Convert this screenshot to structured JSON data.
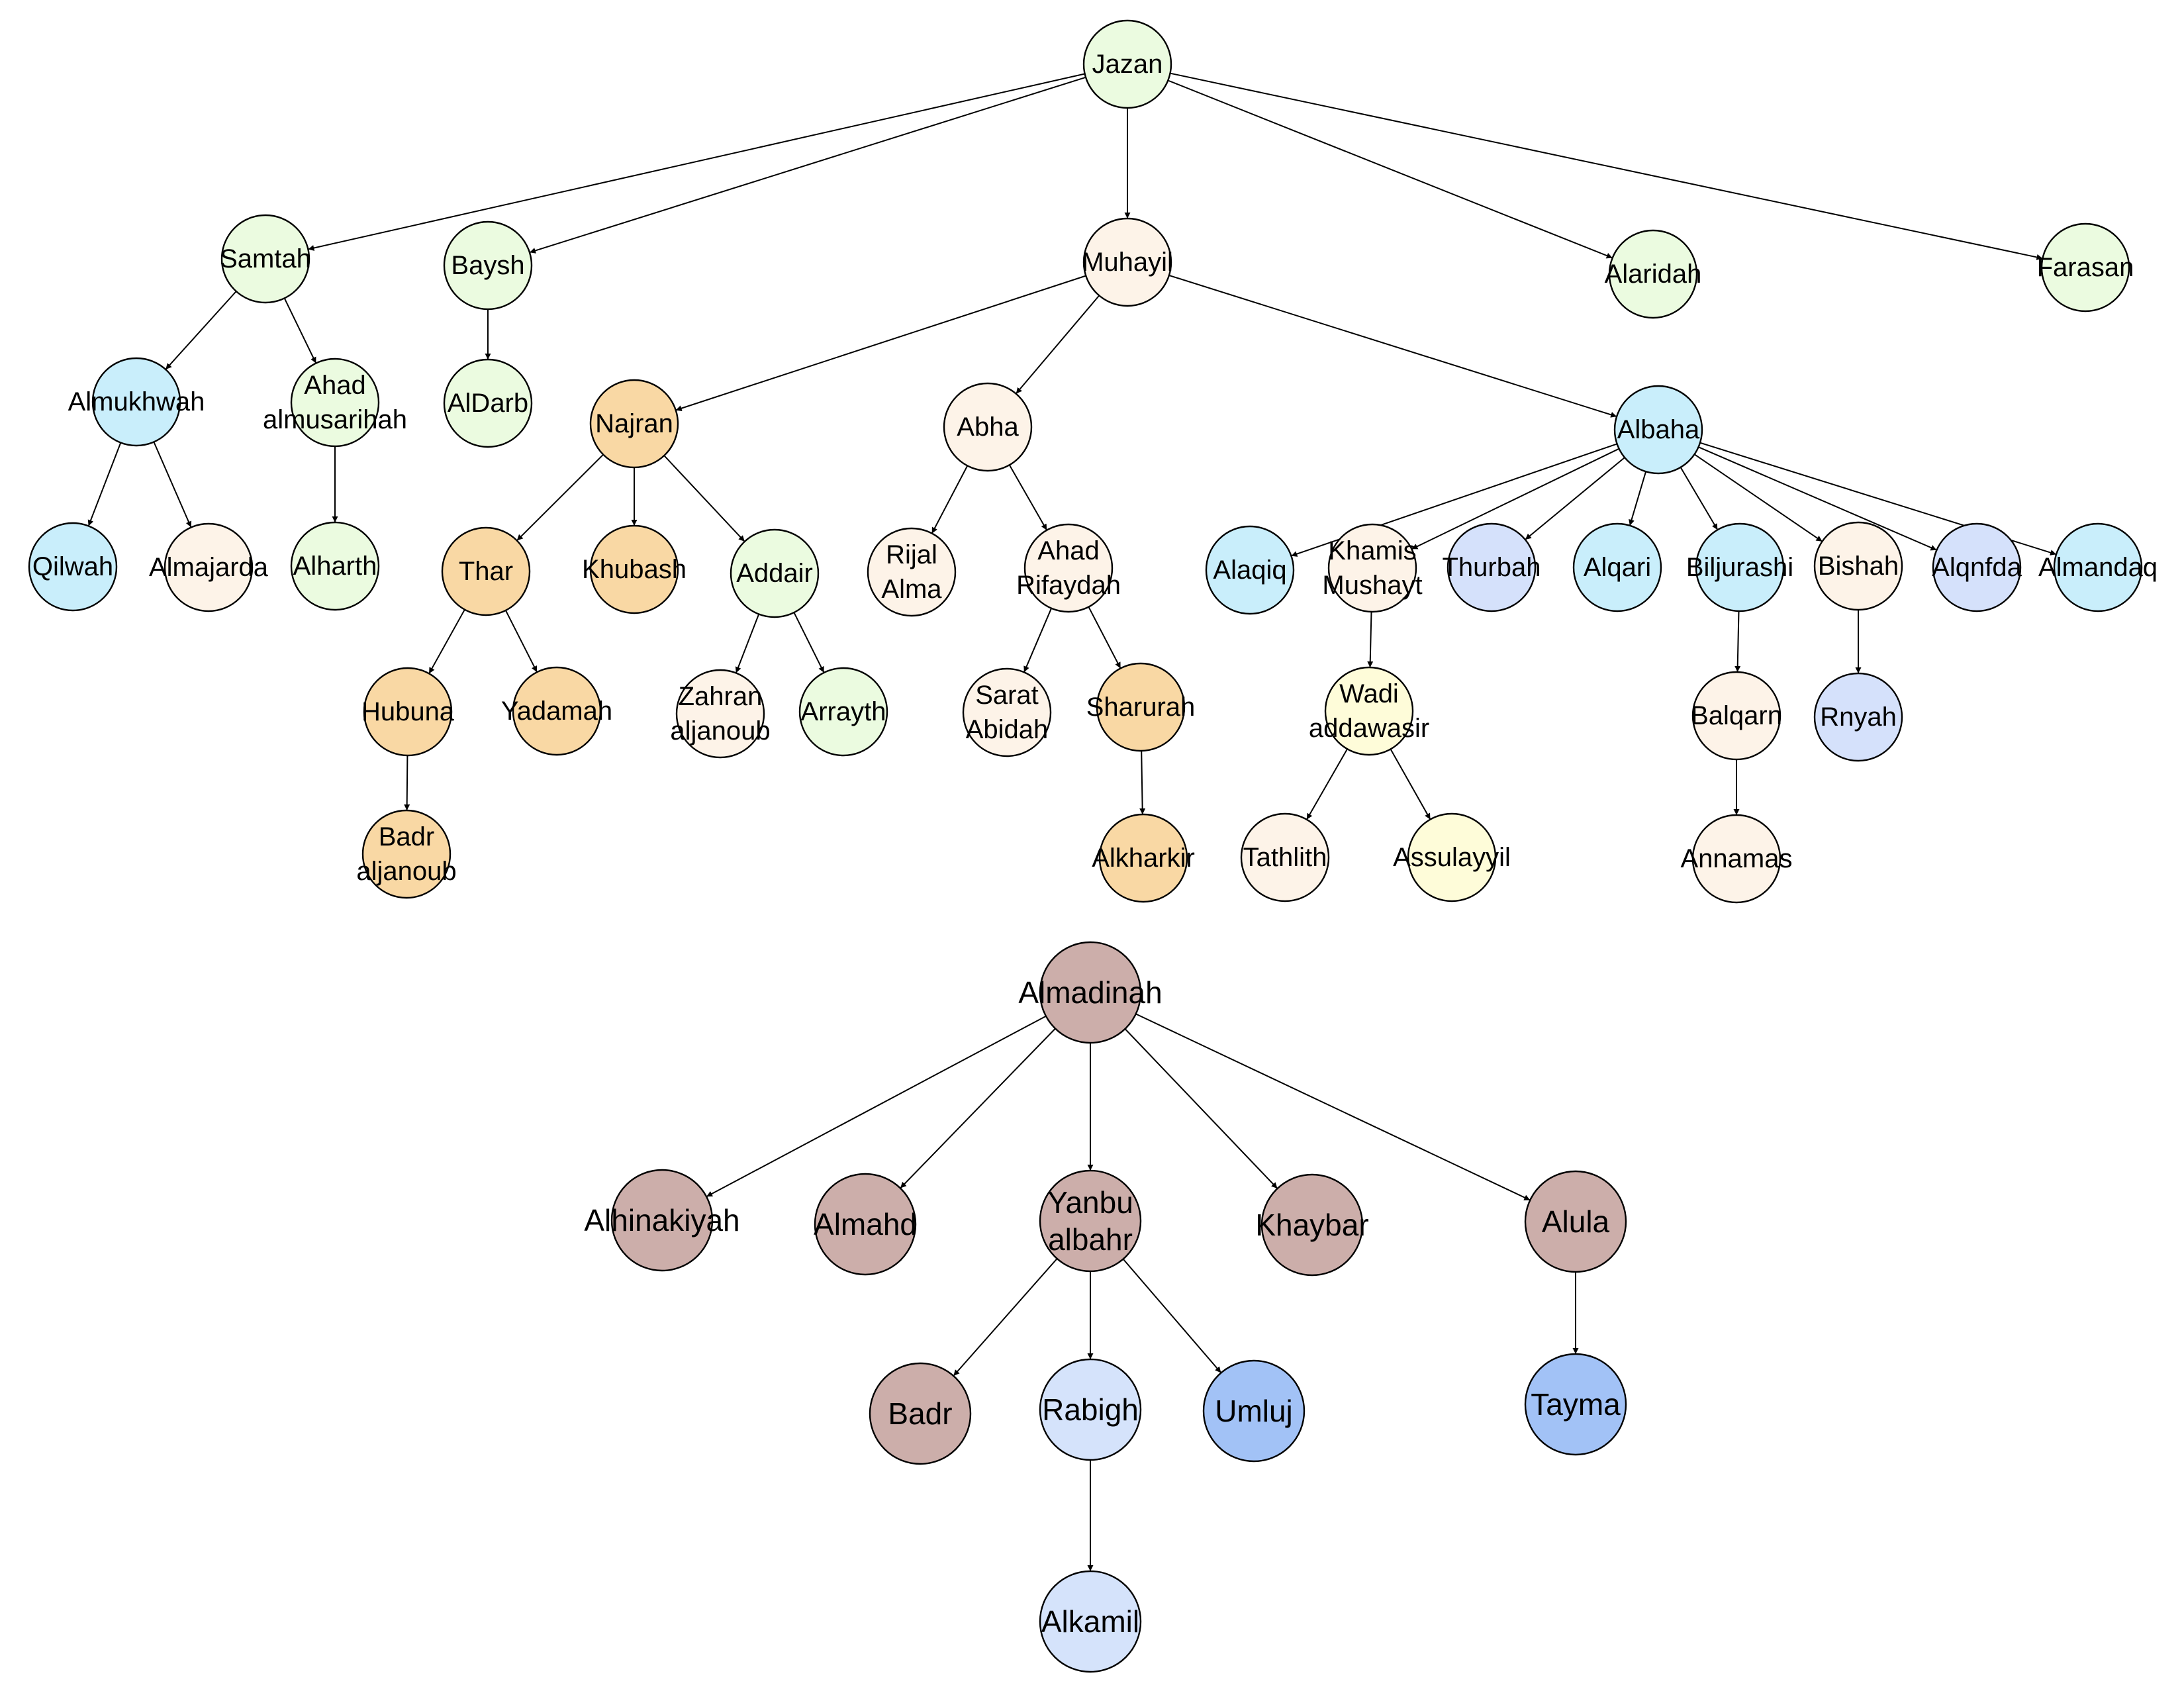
{
  "palette": {
    "green": "#EBFBE0",
    "peach": "#FDF3E8",
    "orange": "#F9D8A4",
    "cyan": "#C9EEFB",
    "lavender": "#D5E1FB",
    "yellow": "#FEFCD9",
    "mauve": "#CCAEAA",
    "lightblue": "#D5E3FB",
    "blue": "#A2C2F6",
    "stroke": "#000000"
  },
  "nodes": [
    {
      "id": "jazan",
      "lines": [
        "Jazan"
      ],
      "color": "green"
    },
    {
      "id": "samtah",
      "lines": [
        "Samtah"
      ],
      "color": "green"
    },
    {
      "id": "baysh",
      "lines": [
        "Baysh"
      ],
      "color": "green"
    },
    {
      "id": "muhayil",
      "lines": [
        "Muhayil"
      ],
      "color": "peach"
    },
    {
      "id": "alaridah",
      "lines": [
        "Alaridah"
      ],
      "color": "green"
    },
    {
      "id": "farasan",
      "lines": [
        "Farasan"
      ],
      "color": "green"
    },
    {
      "id": "almukhwah",
      "lines": [
        "Almukhwah"
      ],
      "color": "cyan"
    },
    {
      "id": "ahad-almusarihah",
      "lines": [
        "Ahad",
        "almusarihah"
      ],
      "color": "green"
    },
    {
      "id": "aldarb",
      "lines": [
        "AlDarb"
      ],
      "color": "green"
    },
    {
      "id": "najran",
      "lines": [
        "Najran"
      ],
      "color": "orange"
    },
    {
      "id": "abha",
      "lines": [
        "Abha"
      ],
      "color": "peach"
    },
    {
      "id": "albaha",
      "lines": [
        "Albaha"
      ],
      "color": "cyan"
    },
    {
      "id": "qilwah",
      "lines": [
        "Qilwah"
      ],
      "color": "cyan"
    },
    {
      "id": "almajarda",
      "lines": [
        "Almajarda"
      ],
      "color": "peach"
    },
    {
      "id": "alharth",
      "lines": [
        "Alharth"
      ],
      "color": "green"
    },
    {
      "id": "thar",
      "lines": [
        "Thar"
      ],
      "color": "orange"
    },
    {
      "id": "khubash",
      "lines": [
        "Khubash"
      ],
      "color": "orange"
    },
    {
      "id": "addair",
      "lines": [
        "Addair"
      ],
      "color": "green"
    },
    {
      "id": "rijal-alma",
      "lines": [
        "Rijal",
        "Alma"
      ],
      "color": "peach"
    },
    {
      "id": "ahad-rifaydah",
      "lines": [
        "Ahad",
        "Rifaydah"
      ],
      "color": "peach"
    },
    {
      "id": "alaqiq",
      "lines": [
        "Alaqiq"
      ],
      "color": "cyan"
    },
    {
      "id": "khamis-mushayt",
      "lines": [
        "Khamis",
        "Mushayt"
      ],
      "color": "peach"
    },
    {
      "id": "thurbah",
      "lines": [
        "Thurbah"
      ],
      "color": "lavender"
    },
    {
      "id": "alqari",
      "lines": [
        "Alqari"
      ],
      "color": "cyan"
    },
    {
      "id": "biljurashi",
      "lines": [
        "Biljurashi"
      ],
      "color": "cyan"
    },
    {
      "id": "bishah",
      "lines": [
        "Bishah"
      ],
      "color": "peach"
    },
    {
      "id": "alqnfda",
      "lines": [
        "Alqnfda"
      ],
      "color": "lavender"
    },
    {
      "id": "almandaq",
      "lines": [
        "Almandaq"
      ],
      "color": "cyan"
    },
    {
      "id": "hubuna",
      "lines": [
        "Hubuna"
      ],
      "color": "orange"
    },
    {
      "id": "yadamah",
      "lines": [
        "Yadamah"
      ],
      "color": "orange"
    },
    {
      "id": "zahran-aljanoub",
      "lines": [
        "Zahran",
        "aljanoub"
      ],
      "color": "peach"
    },
    {
      "id": "arrayth",
      "lines": [
        "Arrayth"
      ],
      "color": "green"
    },
    {
      "id": "sarat-abidah",
      "lines": [
        "Sarat",
        "Abidah"
      ],
      "color": "peach"
    },
    {
      "id": "sharurah",
      "lines": [
        "Sharurah"
      ],
      "color": "orange"
    },
    {
      "id": "wadi-addawasir",
      "lines": [
        "Wadi",
        "addawasir"
      ],
      "color": "yellow"
    },
    {
      "id": "balqarn",
      "lines": [
        "Balqarn"
      ],
      "color": "peach"
    },
    {
      "id": "rnyah",
      "lines": [
        "Rnyah"
      ],
      "color": "lavender"
    },
    {
      "id": "badr-aljanoub",
      "lines": [
        "Badr",
        "aljanoub"
      ],
      "color": "orange"
    },
    {
      "id": "alkharkir",
      "lines": [
        "Alkharkir"
      ],
      "color": "orange"
    },
    {
      "id": "tathlith",
      "lines": [
        "Tathlith"
      ],
      "color": "peach"
    },
    {
      "id": "assulayyil",
      "lines": [
        "Assulayyil"
      ],
      "color": "yellow"
    },
    {
      "id": "annamas",
      "lines": [
        "Annamas"
      ],
      "color": "peach"
    },
    {
      "id": "almadinah",
      "lines": [
        "Almadinah"
      ],
      "color": "mauve"
    },
    {
      "id": "alhinakiyah",
      "lines": [
        "Alhinakiyah"
      ],
      "color": "mauve"
    },
    {
      "id": "almahd",
      "lines": [
        "Almahd"
      ],
      "color": "mauve"
    },
    {
      "id": "yanbu-albahr",
      "lines": [
        "Yanbu",
        "albahr"
      ],
      "color": "mauve"
    },
    {
      "id": "khaybar",
      "lines": [
        "Khaybar"
      ],
      "color": "mauve"
    },
    {
      "id": "alula",
      "lines": [
        "Alula"
      ],
      "color": "mauve"
    },
    {
      "id": "badr",
      "lines": [
        "Badr"
      ],
      "color": "mauve"
    },
    {
      "id": "rabigh",
      "lines": [
        "Rabigh"
      ],
      "color": "lightblue"
    },
    {
      "id": "umluj",
      "lines": [
        "Umluj"
      ],
      "color": "blue"
    },
    {
      "id": "tayma",
      "lines": [
        "Tayma"
      ],
      "color": "blue"
    },
    {
      "id": "alkamil",
      "lines": [
        "Alkamil"
      ],
      "color": "lightblue"
    }
  ],
  "edges": [
    [
      "jazan",
      "samtah"
    ],
    [
      "jazan",
      "baysh"
    ],
    [
      "jazan",
      "muhayil"
    ],
    [
      "jazan",
      "alaridah"
    ],
    [
      "jazan",
      "farasan"
    ],
    [
      "samtah",
      "almukhwah"
    ],
    [
      "samtah",
      "ahad-almusarihah"
    ],
    [
      "baysh",
      "aldarb"
    ],
    [
      "muhayil",
      "najran"
    ],
    [
      "muhayil",
      "abha"
    ],
    [
      "muhayil",
      "albaha"
    ],
    [
      "almukhwah",
      "qilwah"
    ],
    [
      "almukhwah",
      "almajarda"
    ],
    [
      "ahad-almusarihah",
      "alharth"
    ],
    [
      "najran",
      "thar"
    ],
    [
      "najran",
      "khubash"
    ],
    [
      "najran",
      "addair"
    ],
    [
      "abha",
      "rijal-alma"
    ],
    [
      "abha",
      "ahad-rifaydah"
    ],
    [
      "albaha",
      "alaqiq"
    ],
    [
      "albaha",
      "khamis-mushayt"
    ],
    [
      "albaha",
      "thurbah"
    ],
    [
      "albaha",
      "alqari"
    ],
    [
      "albaha",
      "biljurashi"
    ],
    [
      "albaha",
      "bishah"
    ],
    [
      "albaha",
      "alqnfda"
    ],
    [
      "albaha",
      "almandaq"
    ],
    [
      "thar",
      "hubuna"
    ],
    [
      "thar",
      "yadamah"
    ],
    [
      "addair",
      "zahran-aljanoub"
    ],
    [
      "addair",
      "arrayth"
    ],
    [
      "ahad-rifaydah",
      "sarat-abidah"
    ],
    [
      "ahad-rifaydah",
      "sharurah"
    ],
    [
      "khamis-mushayt",
      "wadi-addawasir"
    ],
    [
      "biljurashi",
      "balqarn"
    ],
    [
      "bishah",
      "rnyah"
    ],
    [
      "hubuna",
      "badr-aljanoub"
    ],
    [
      "sharurah",
      "alkharkir"
    ],
    [
      "wadi-addawasir",
      "tathlith"
    ],
    [
      "wadi-addawasir",
      "assulayyil"
    ],
    [
      "balqarn",
      "annamas"
    ],
    [
      "almadinah",
      "alhinakiyah"
    ],
    [
      "almadinah",
      "almahd"
    ],
    [
      "almadinah",
      "yanbu-albahr"
    ],
    [
      "almadinah",
      "khaybar"
    ],
    [
      "almadinah",
      "alula"
    ],
    [
      "yanbu-albahr",
      "badr"
    ],
    [
      "yanbu-albahr",
      "rabigh"
    ],
    [
      "yanbu-albahr",
      "umluj"
    ],
    [
      "alula",
      "tayma"
    ],
    [
      "rabigh",
      "alkamil"
    ]
  ]
}
